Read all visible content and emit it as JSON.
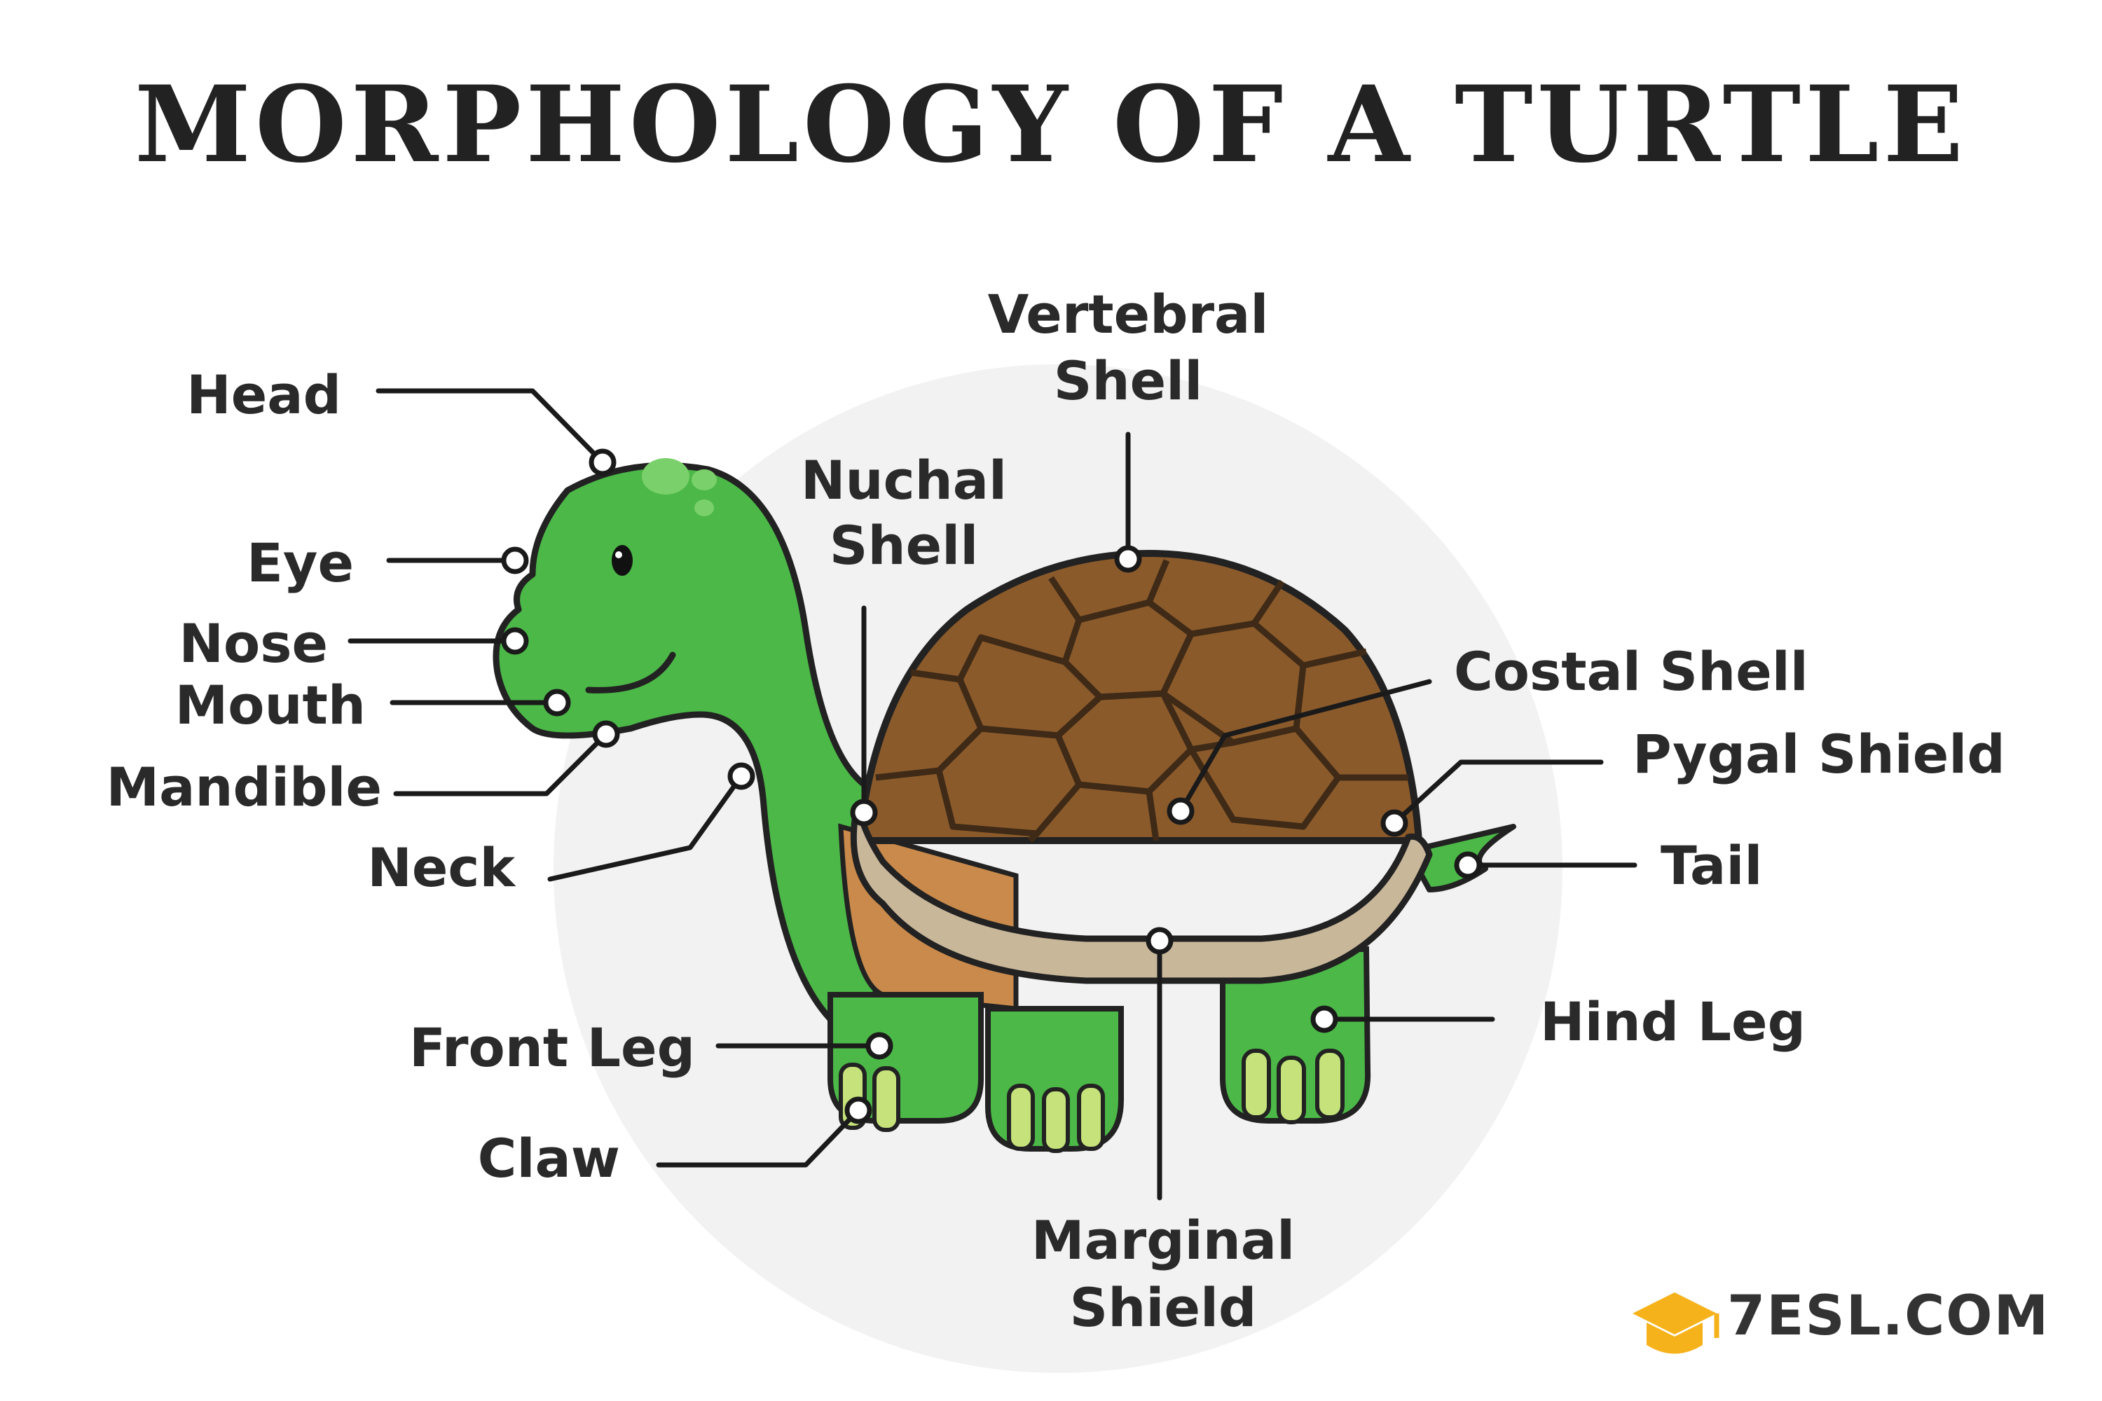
{
  "title": "MORPHOLOGY OF A TURTLE",
  "labels": {
    "head": "Head",
    "eye": "Eye",
    "nose": "Nose",
    "mouth": "Mouth",
    "mandible": "Mandible",
    "neck": "Neck",
    "front_leg": "Front Leg",
    "claw": "Claw",
    "vertebral_1": "Vertebral",
    "vertebral_2": "Shell",
    "nuchal_1": "Nuchal",
    "nuchal_2": "Shell",
    "costal": "Costal Shell",
    "pygal": "Pygal Shield",
    "tail": "Tail",
    "hind_leg": "Hind Leg",
    "marginal_1": "Marginal",
    "marginal_2": "Shield"
  },
  "logo": {
    "text": "7ESL.COM",
    "accent": "#f6b21a"
  },
  "colors": {
    "skin": "#4cb848",
    "skin_dark": "#2e7d32",
    "shell": "#8b5a2b",
    "shell_lines": "#3e2a16",
    "rim": "#c9b79a",
    "belly": "#c98a4b",
    "claws": "#c5e37a",
    "circle": "#f2f2f2"
  }
}
